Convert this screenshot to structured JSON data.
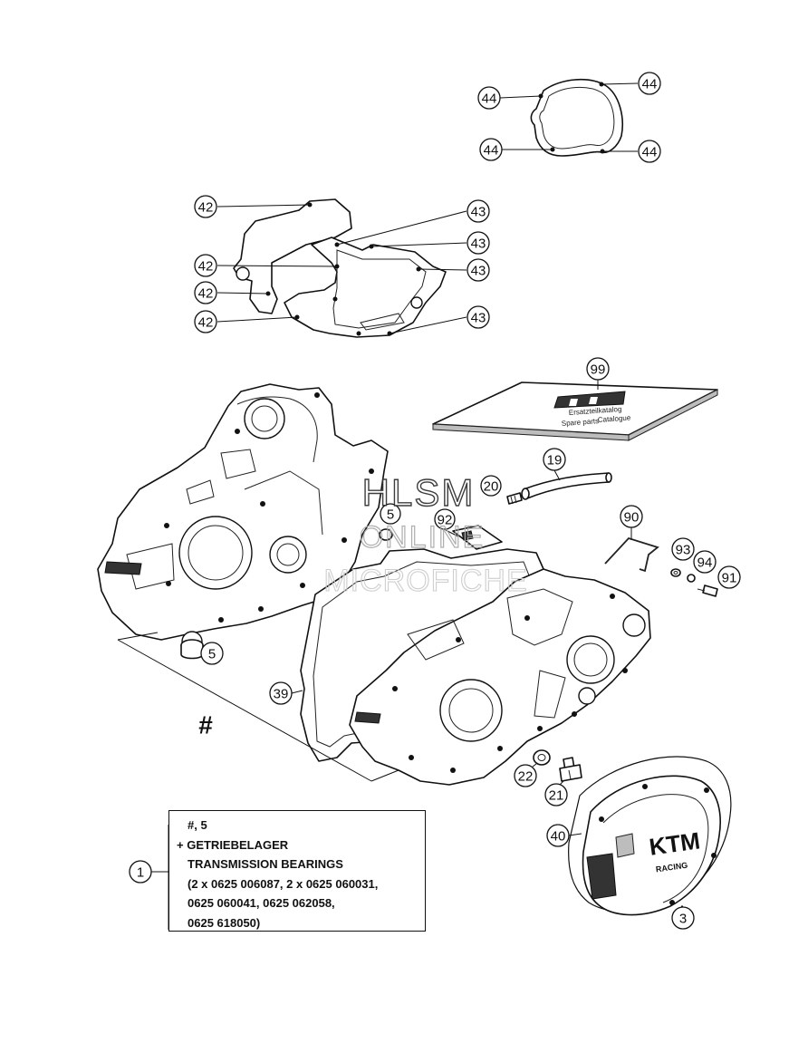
{
  "callouts": {
    "c44a": "44",
    "c44b": "44",
    "c44c": "44",
    "c44d": "44",
    "c42a": "42",
    "c42b": "42",
    "c42c": "42",
    "c42d": "42",
    "c43a": "43",
    "c43b": "43",
    "c43c": "43",
    "c43d": "43",
    "c99": "99",
    "c19": "19",
    "c20": "20",
    "c5a": "5",
    "c92": "92",
    "c90": "90",
    "c93": "93",
    "c94": "94",
    "c91": "91",
    "c5b": "5",
    "c39": "39",
    "c22": "22",
    "c21": "21",
    "c40": "40",
    "c1": "1",
    "c3": "3"
  },
  "assembly_mark": "#",
  "info_box": {
    "line1": "#, 5",
    "line2": "+ GETRIEBELAGER",
    "line3": "TRANSMISSION BEARINGS",
    "line4": "(2 x 0625 006087, 2 x 0625 060031,",
    "line5": "0625 060041, 0625 062058,",
    "line6": "0625 618050)"
  },
  "book": {
    "line1": "Ersatzteilkatalog",
    "line2": "Spare parts",
    "line3": "Catalogue"
  },
  "cover_logo": {
    "brand": "KTM",
    "sub": "RACING"
  },
  "watermark": {
    "line1": "HLSM",
    "line2": "ONLINE",
    "line3": "MICROFICHE"
  }
}
